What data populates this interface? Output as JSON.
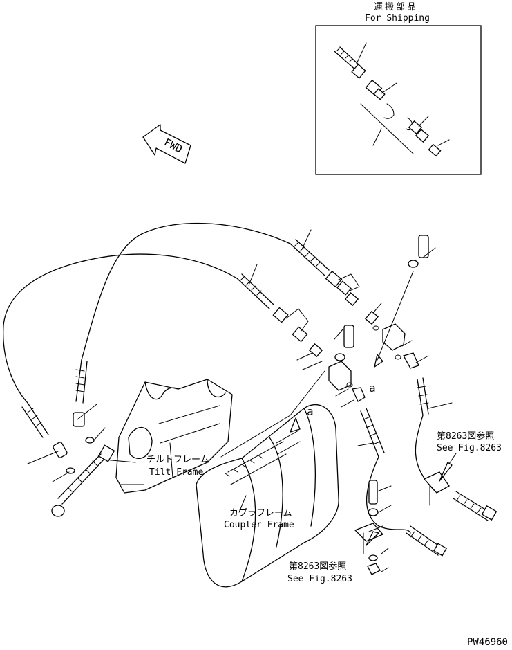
{
  "shipping": {
    "title_jp": "運搬部品",
    "title_en": "For Shipping"
  },
  "fwd_label": "FWD",
  "callout_a": "a",
  "tilt_frame": {
    "jp": "チルトフレーム",
    "en": "Tilt Frame"
  },
  "coupler_frame": {
    "jp": "カプラフレーム",
    "en": "Coupler Frame"
  },
  "ref_right": {
    "jp": "第8263図参照",
    "en": "See Fig.8263"
  },
  "ref_bottom": {
    "jp": "第8263図参照",
    "en": "See Fig.8263"
  },
  "drawing_number": "PW46960"
}
